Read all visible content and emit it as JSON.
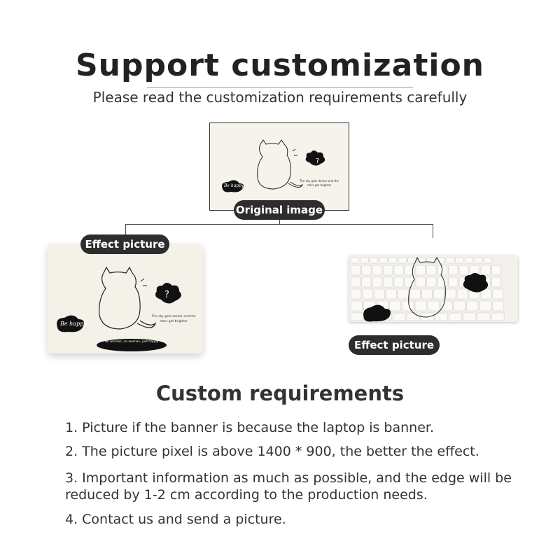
{
  "header": {
    "title": "Support customization",
    "subtitle": "Please read the customization requirements carefully"
  },
  "original": {
    "label": "Original image",
    "bubble_text": "Be happy",
    "cloud_text": "?",
    "caption": "The sky gets darker and the stars get brighter"
  },
  "laptop_effect": {
    "label": "Effect picture",
    "bubble_text": "Be happy",
    "cloud_text": "?",
    "caption": "The sky gets darker and the stars get brighter",
    "banner_text": "No worries, no worries, just happy"
  },
  "keyboard_effect": {
    "label": "Effect picture"
  },
  "requirements": {
    "heading": "Custom requirements",
    "items": [
      "1. Picture if the banner is because the laptop is banner.",
      "2. The picture pixel is above 1400 * 900, the better the effect.",
      "3. Important information as much as possible, and the edge will be reduced by 1-2 cm according to the production needs.",
      "4. Contact us and send a picture."
    ]
  }
}
